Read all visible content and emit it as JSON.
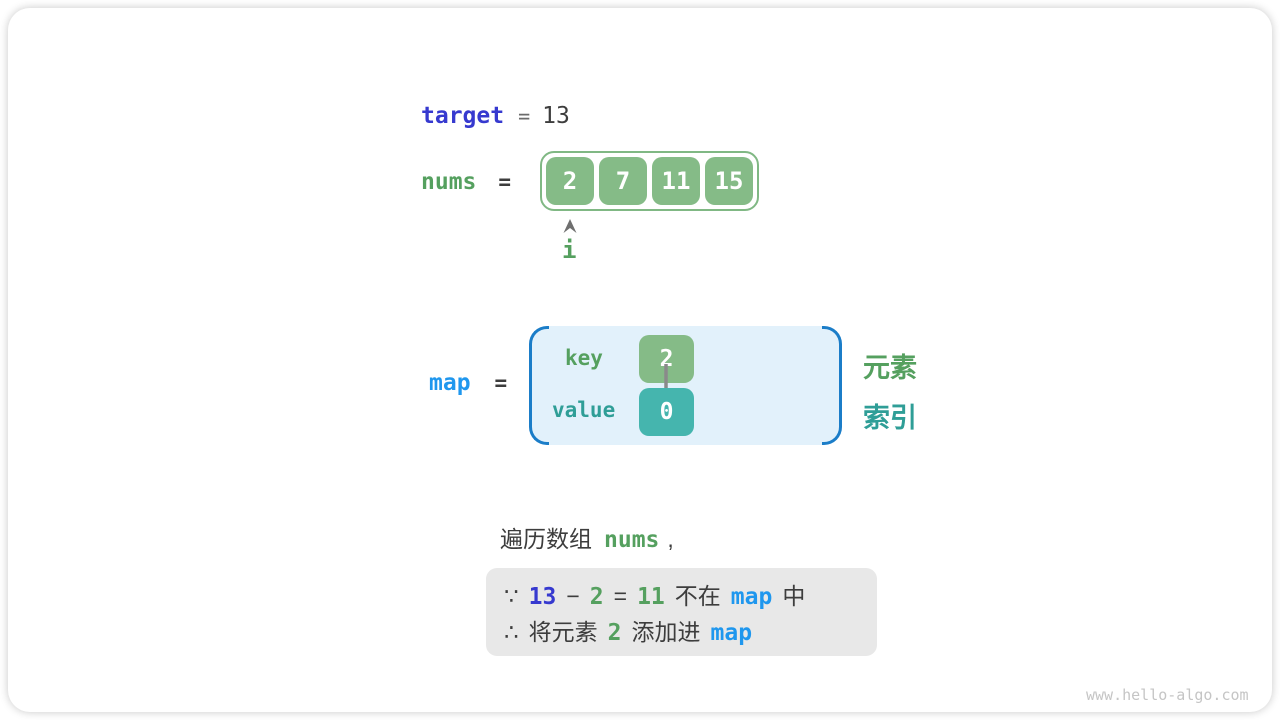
{
  "target_line": {
    "label": "target",
    "equals": "=",
    "value": "13"
  },
  "nums_line": {
    "label": "nums",
    "equals": "=",
    "cells": [
      "2",
      "7",
      "11",
      "15"
    ],
    "pointer": {
      "label": "i",
      "points_to_index": 0
    }
  },
  "map_section": {
    "label": "map",
    "equals": "=",
    "rows": [
      {
        "field": "key",
        "value": "2"
      },
      {
        "field": "value",
        "value": "0"
      }
    ],
    "legend": [
      {
        "text": "元素"
      },
      {
        "text": "索引"
      }
    ]
  },
  "caption": {
    "prefix": "遍历数组",
    "code": "nums",
    "suffix": ","
  },
  "note_box": {
    "line1": [
      "∵",
      "13",
      "−",
      "2",
      "=",
      "11",
      "不在",
      "map",
      "中"
    ],
    "line2": [
      "∴",
      "将元素",
      "2",
      "添加进",
      "map"
    ]
  },
  "watermark": "www.hello-algo.com",
  "colors": {
    "indigo_code": "#3639cf",
    "sky_code": "#1f97ee",
    "green_code": "#55a05f",
    "teal_code": "#2f9e97",
    "green_fill": "#85bb87",
    "teal_fill": "#45b5ae",
    "array_border": "#80b884",
    "map_fill": "#e2f1fb",
    "map_bracket": "#1b7dc8",
    "note_bg": "#e8e8e8",
    "text_dark": "#3d3d3d",
    "watermark_gray": "#c5c5c5"
  }
}
